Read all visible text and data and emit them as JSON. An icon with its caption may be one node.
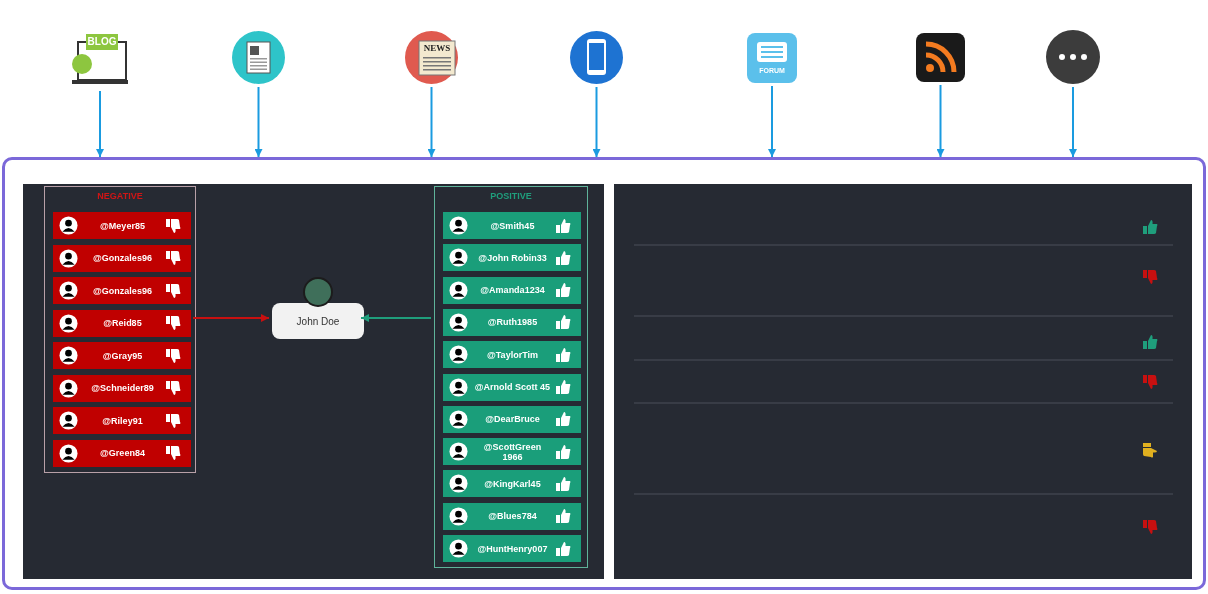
{
  "diagram": {
    "nodes": [
      {
        "text": [
          "BLOG"
        ]
      },
      {
        "text": [],
        "shape": "picture"
      },
      {
        "text": [
          "NEWS"
        ]
      },
      {
        "text": [],
        "shape": "picture"
      },
      {
        "text": [
          "FORUM"
        ]
      },
      {
        "text": [],
        "shape": "picture"
      },
      {
        "text": [],
        "shape": "circle"
      },
      {
        "text": [],
        "shape": "box"
      },
      {
        "text": [],
        "shape": "box",
        "in": 7
      },
      {
        "text": [
          "NEGATIVE"
        ],
        "in": 8
      },
      {
        "text": [
          "@Meyer85"
        ],
        "in": 9
      },
      {
        "text": [
          "@Gonzales96"
        ],
        "in": 9
      },
      {
        "text": [
          "@Gonzales96"
        ],
        "in": 9
      },
      {
        "text": [
          "@Reid85"
        ],
        "in": 9
      },
      {
        "text": [
          "@Gray95"
        ],
        "in": 9
      },
      {
        "text": [
          "@Schneider89"
        ],
        "in": 9
      },
      {
        "text": [
          "@Riley91"
        ],
        "in": 9
      },
      {
        "text": [
          "@Green84"
        ],
        "in": 9
      },
      {
        "text": [
          "John Doe"
        ],
        "in": 8
      },
      {
        "text": [
          "POSITIVE"
        ],
        "in": 8
      },
      {
        "text": [
          "@Smith45"
        ],
        "in": 19
      },
      {
        "text": [
          "@John Robin33"
        ],
        "in": 19
      },
      {
        "text": [
          "@Amanda1234"
        ],
        "in": 19
      },
      {
        "text": [
          "@Ruth1985"
        ],
        "in": 19
      },
      {
        "text": [
          "@TaylorTim"
        ],
        "in": 19
      },
      {
        "text": [
          "@Arnold Scott 45"
        ],
        "in": 19
      },
      {
        "text": [
          "@DearBruce"
        ],
        "in": 19
      },
      {
        "text": [
          "@ScottGreen 1966"
        ],
        "in": 19
      },
      {
        "text": [
          "@KingKarl45"
        ],
        "in": 19
      },
      {
        "text": [
          "@Blues784"
        ],
        "in": 19
      },
      {
        "text": [
          "@HuntHenry007"
        ],
        "in": 19
      },
      {
        "text": [],
        "shape": "box",
        "in": 7
      }
    ],
    "edges": [
      {
        "from": 0,
        "to": 7,
        "arrow": "to"
      },
      {
        "from": 1,
        "to": 7,
        "arrow": "to"
      },
      {
        "from": 2,
        "to": 7,
        "arrow": "to"
      },
      {
        "from": 3,
        "to": 7,
        "arrow": "to"
      },
      {
        "from": 4,
        "to": 7,
        "arrow": "to"
      },
      {
        "from": 5,
        "to": 7,
        "arrow": "to"
      },
      {
        "from": 6,
        "to": 7,
        "arrow": "to"
      },
      {
        "from": 9,
        "to": 18,
        "arrow": "to",
        "color": "#c81010"
      },
      {
        "from": 19,
        "to": 18,
        "arrow": "to",
        "color": "#1f9e7c"
      }
    ]
  }
}
